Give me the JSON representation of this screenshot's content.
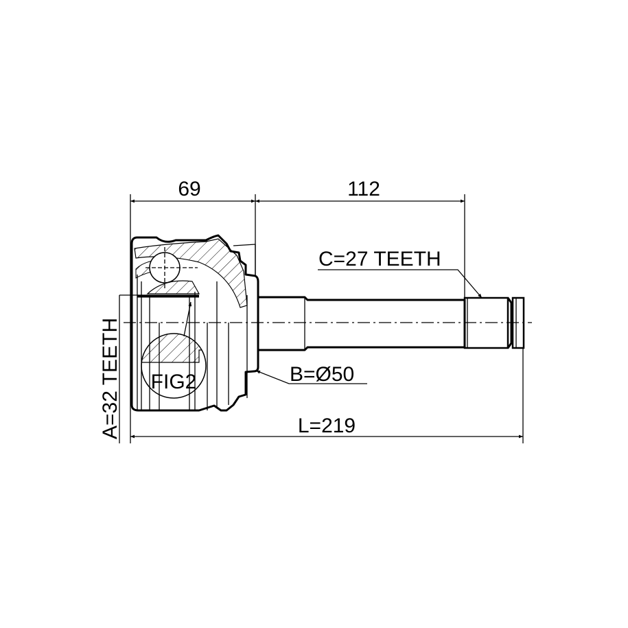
{
  "drawing": {
    "dim_housing_length": "69",
    "dim_shaft_length": "112",
    "dim_total_length": "L=219",
    "outer_spline": "C=27 TEETH",
    "inner_spline": "A=32 TEETH",
    "seal_diameter": "B=Ø50",
    "detail_label": "FIG2"
  }
}
